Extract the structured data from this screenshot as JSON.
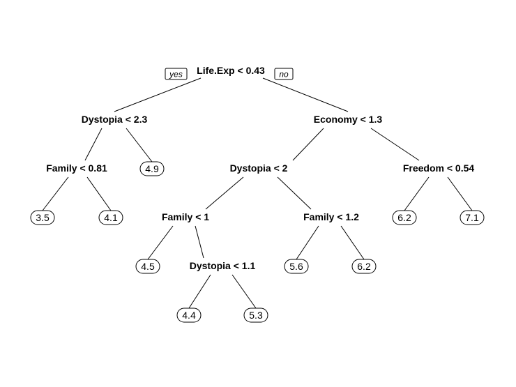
{
  "branch_labels": {
    "yes": "yes",
    "no": "no"
  },
  "tree": {
    "id": "n1",
    "split": "Life.Exp < 0.43",
    "children": [
      {
        "id": "n2",
        "split": "Dystopia < 2.3",
        "children": [
          {
            "id": "n4",
            "split": "Family < 0.81",
            "children": [
              {
                "id": "l1",
                "leaf": "3.5"
              },
              {
                "id": "l2",
                "leaf": "4.1"
              }
            ]
          },
          {
            "id": "l3",
            "leaf": "4.9"
          }
        ]
      },
      {
        "id": "n3",
        "split": "Economy < 1.3",
        "children": [
          {
            "id": "n6",
            "split": "Dystopia < 2",
            "children": [
              {
                "id": "n12",
                "split": "Family < 1",
                "children": [
                  {
                    "id": "l4",
                    "leaf": "4.5"
                  },
                  {
                    "id": "n25",
                    "split": "Dystopia < 1.1",
                    "children": [
                      {
                        "id": "l5",
                        "leaf": "4.4"
                      },
                      {
                        "id": "l6",
                        "leaf": "5.3"
                      }
                    ]
                  }
                ]
              },
              {
                "id": "n13",
                "split": "Family < 1.2",
                "children": [
                  {
                    "id": "l7",
                    "leaf": "5.6"
                  },
                  {
                    "id": "l8",
                    "leaf": "6.2"
                  }
                ]
              }
            ]
          },
          {
            "id": "n7",
            "split": "Freedom < 0.54",
            "children": [
              {
                "id": "l9",
                "leaf": "6.2"
              },
              {
                "id": "l10",
                "leaf": "7.1"
              }
            ]
          }
        ]
      }
    ]
  }
}
